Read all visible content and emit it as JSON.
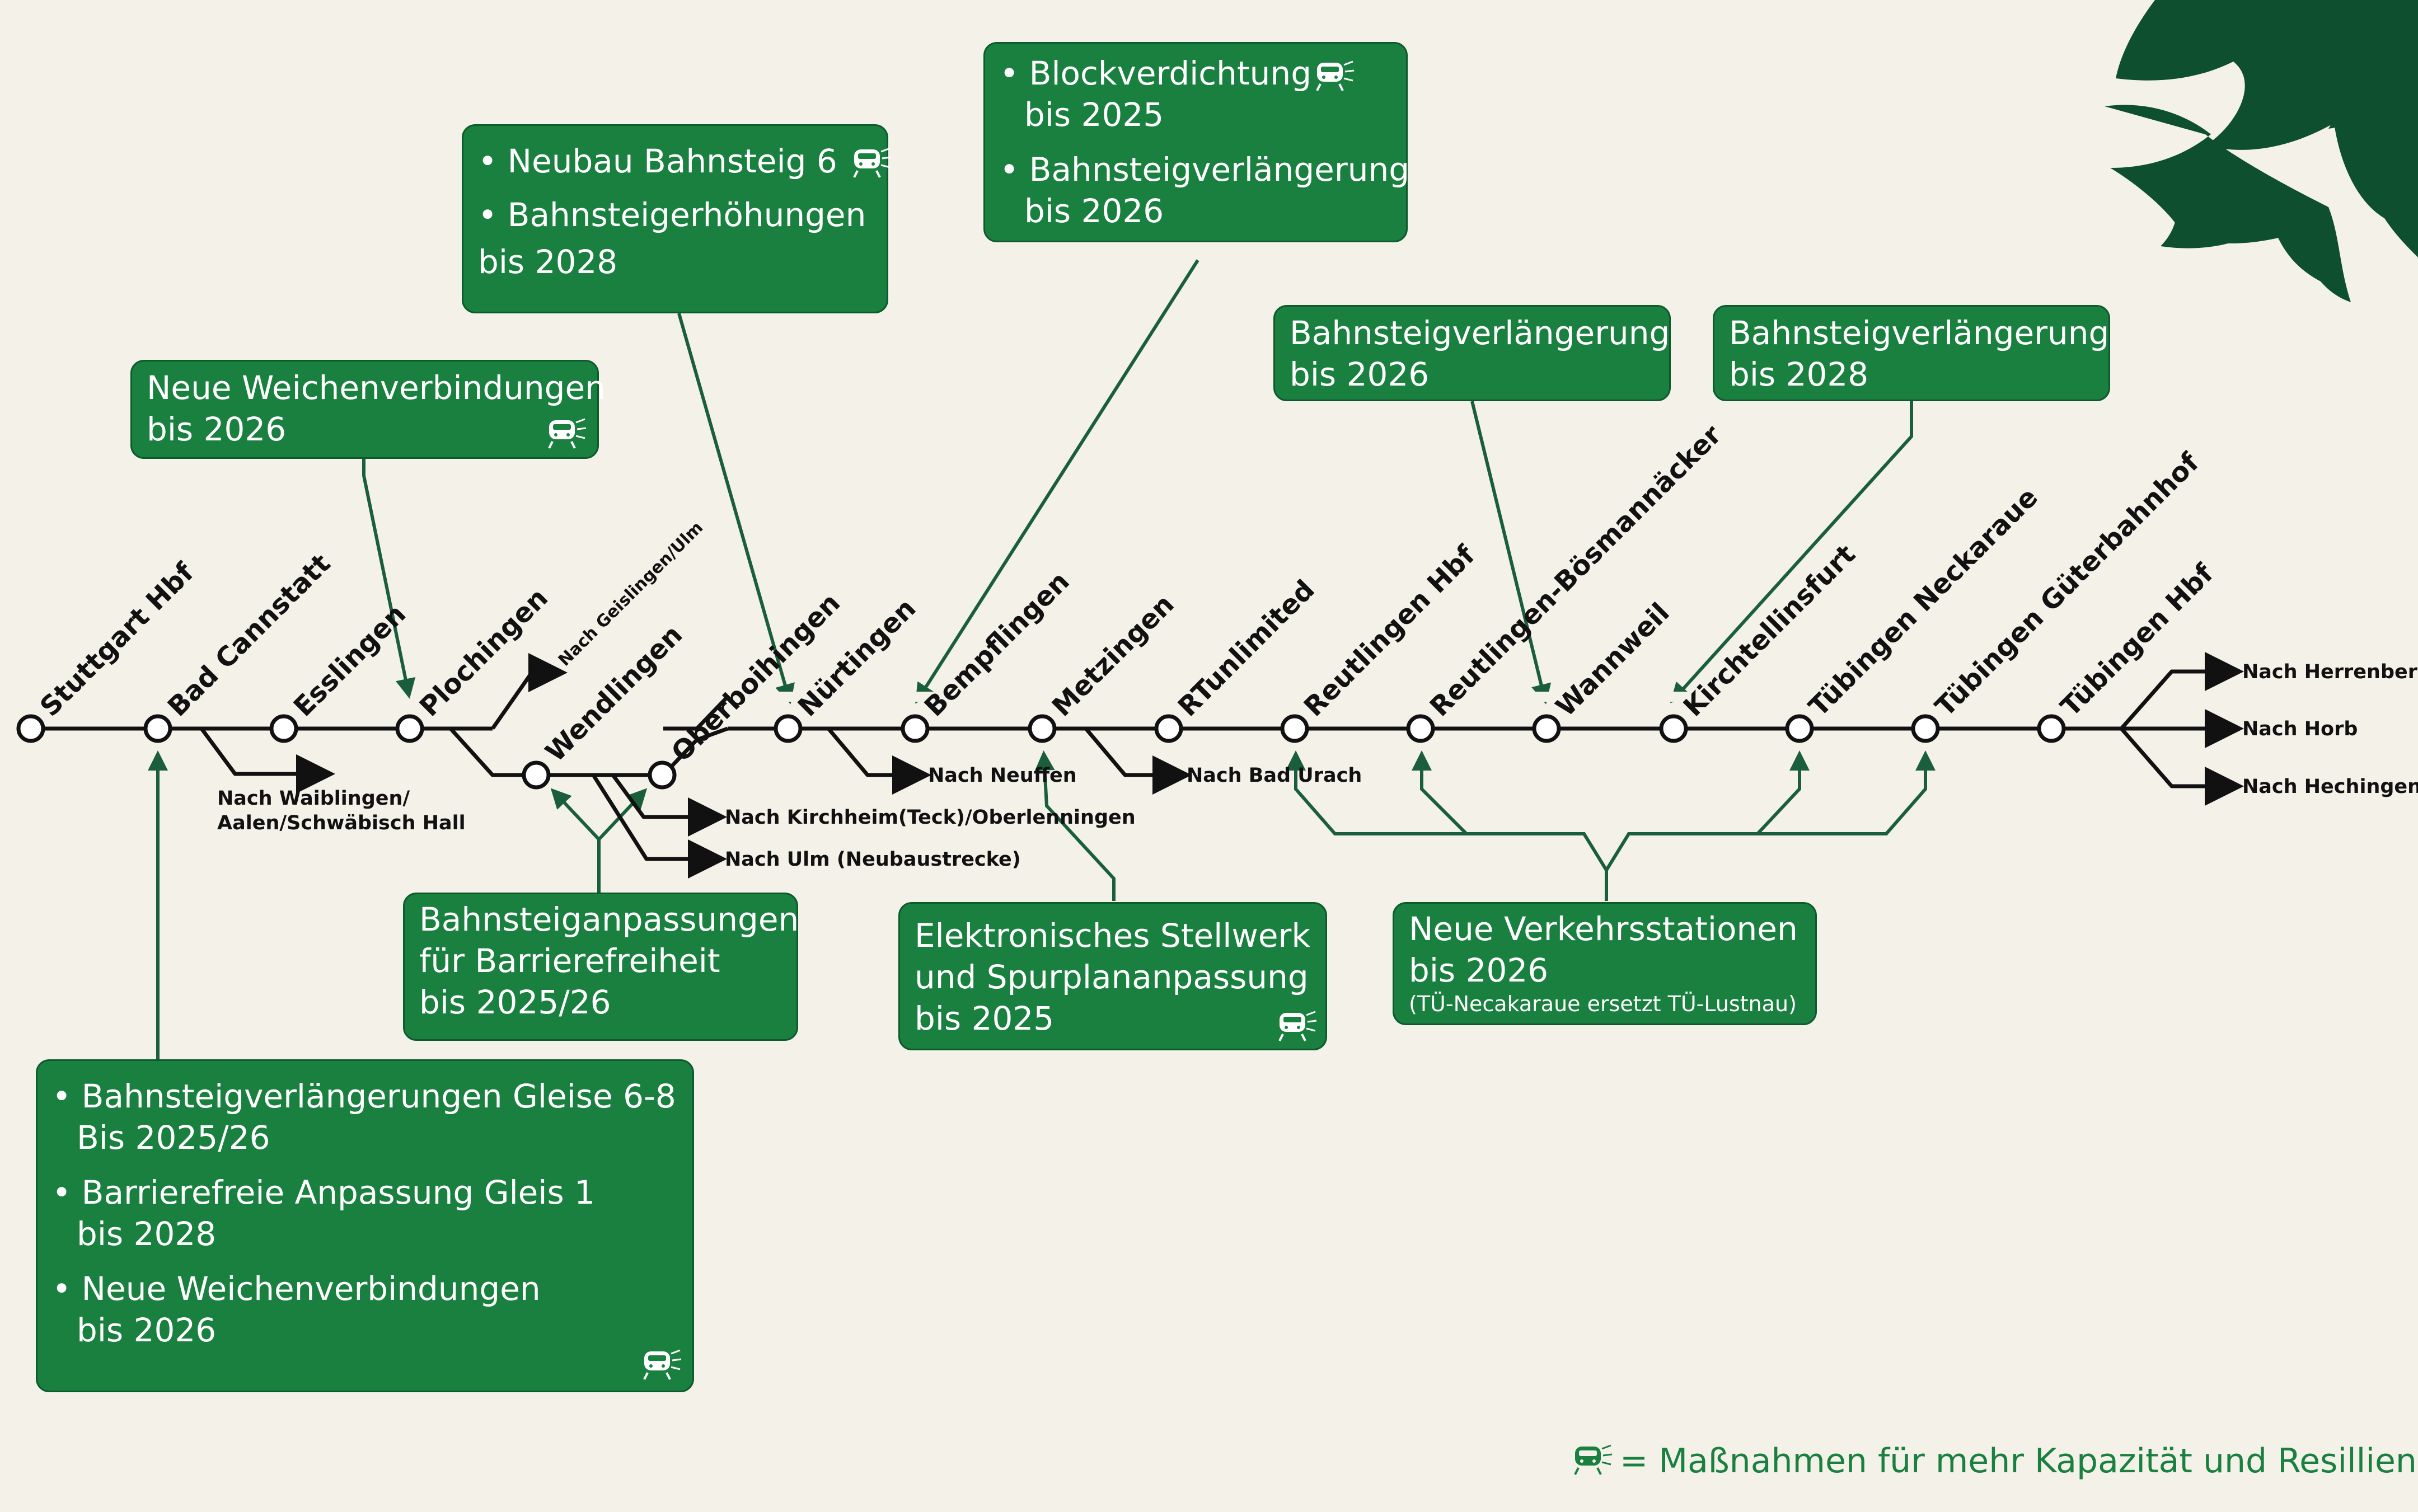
{
  "stations": [
    {
      "id": "stuttgart-hbf",
      "label": "Stuttgart Hbf"
    },
    {
      "id": "bad-cannstatt",
      "label": "Bad Cannstatt"
    },
    {
      "id": "esslingen",
      "label": "Esslingen"
    },
    {
      "id": "plochingen",
      "label": "Plochingen"
    },
    {
      "id": "wendlingen",
      "label": "Wendlingen"
    },
    {
      "id": "oberboihingen",
      "label": "Oberboihingen"
    },
    {
      "id": "nuertingen",
      "label": "Nürtingen"
    },
    {
      "id": "bempflingen",
      "label": "Bempflingen"
    },
    {
      "id": "metzingen",
      "label": "Metzingen"
    },
    {
      "id": "rtunlimited",
      "label": "RTunlimited"
    },
    {
      "id": "reutlingen-hbf",
      "label": "Reutlingen Hbf"
    },
    {
      "id": "reutlingen-boesmannaecker",
      "label": "Reutlingen-Bösmannäcker"
    },
    {
      "id": "wannweil",
      "label": "Wannweil"
    },
    {
      "id": "kirchentellinsfurt",
      "label": "Kirchtellinsfurt"
    },
    {
      "id": "tuebingen-neckaraue",
      "label": "Tübingen Neckaraue"
    },
    {
      "id": "tuebingen-gueterbahnhof",
      "label": "Tübingen Güterbahnhof"
    },
    {
      "id": "tuebingen-hbf",
      "label": "Tübingen Hbf"
    }
  ],
  "branches": {
    "waiblingen_line1": "Nach Waiblingen/",
    "waiblingen_line2": "Aalen/Schwäbisch Hall",
    "geislingen": "Nach Geislingen/Ulm",
    "kirchheim": "Nach Kirchheim(Teck)/Oberlenningen",
    "ulm_nbs": "Nach Ulm (Neubaustrecke)",
    "neuffen": "Nach Neuffen",
    "bad_urach": "Nach Bad Urach",
    "herrenberg": "Nach Herrenberg",
    "horb": "Nach Horb",
    "hechingen": "Nach Hechingen"
  },
  "boxes": {
    "esslingen": {
      "lines": [
        "Neue Weichenverbindungen",
        "bis 2026"
      ]
    },
    "wendlingen_nuertingen": {
      "item1": [
        "Neubau Bahnsteig 6"
      ],
      "item2": [
        "Bahnsteigerhöhungen",
        "bis 2028"
      ]
    },
    "bempflingen": {
      "item1": [
        "Blockverdichtung",
        "bis 2025"
      ],
      "item2": [
        "Bahnsteigverlängerung",
        "bis 2026"
      ]
    },
    "wannweil": {
      "lines": [
        "Bahnsteigverlängerung",
        "bis 2026"
      ]
    },
    "kirchentellinsfurt": {
      "lines": [
        "Bahnsteigverlängerung",
        "bis 2028"
      ]
    },
    "wendlingen_access": {
      "lines": [
        "Bahnsteiganpassungen",
        "für Barrierefreiheit",
        "bis 2025/26"
      ]
    },
    "metzingen": {
      "lines": [
        "Elektronisches Stellwerk",
        "und Spurplananpassung",
        "bis 2025"
      ]
    },
    "new_stations": {
      "lines": [
        "Neue Verkehrsstationen",
        "bis 2026"
      ],
      "note": "(TÜ-Necakaraue ersetzt TÜ-Lustnau)"
    },
    "bad_cannstatt": {
      "item1": [
        "Bahnsteigverlängerungen Gleise 6-8",
        "Bis 2025/26"
      ],
      "item2": [
        "Barrierefreie Anpassung Gleis 1",
        "bis 2028"
      ],
      "item3": [
        "Neue Weichenverbindungen",
        "bis 2026"
      ]
    }
  },
  "legend": {
    "text": "= Maßnahmen für mehr Kapazität und Resillienz",
    "icon": "train-icon"
  },
  "colors": {
    "green": "#19803f",
    "dark_green": "#0d5a2c",
    "line": "#111111",
    "background": "#f4f1e9",
    "leaf": "#0d4f2e"
  }
}
